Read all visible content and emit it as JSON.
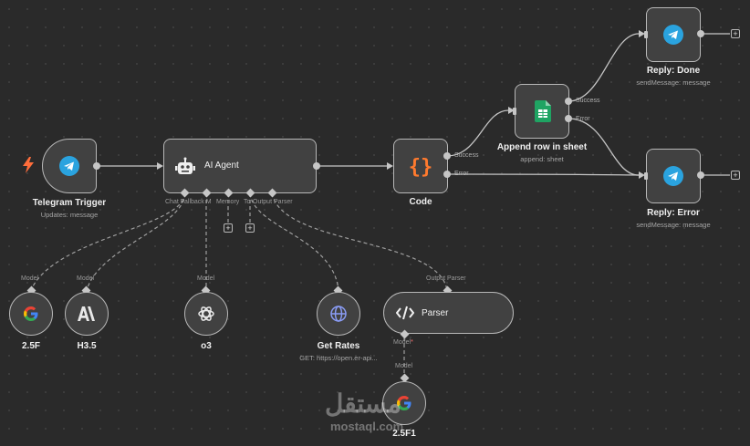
{
  "nodes": {
    "telegram_trigger": {
      "title": "Telegram Trigger",
      "subtitle": "Updates: message"
    },
    "ai_agent": {
      "title": "AI Agent",
      "inputs": [
        "Chat Fallback M",
        "Memory",
        "To",
        "Output Parser"
      ]
    },
    "code": {
      "title": "Code",
      "outputs": [
        "Success",
        "Error"
      ]
    },
    "append_row": {
      "title": "Append row in sheet",
      "subtitle": "append: sheet",
      "outputs": [
        "Success",
        "Error"
      ]
    },
    "reply_done": {
      "title": "Reply: Done",
      "subtitle": "sendMessage: message"
    },
    "reply_error": {
      "title": "Reply: Error",
      "subtitle": "sendMessage: message"
    },
    "model_25f": {
      "title": "2.5F",
      "connector": "Model"
    },
    "model_h35": {
      "title": "H3.5",
      "connector": "Model"
    },
    "model_o3": {
      "title": "o3",
      "connector": "Model"
    },
    "get_rates": {
      "title": "Get Rates",
      "subtitle": "GET: https://open.er-api..."
    },
    "parser": {
      "title": "Parser",
      "connector": "Output Parser",
      "model_label": "Model",
      "required_mark": "*"
    },
    "model_25f1": {
      "title": "2.5F1",
      "connector": "Model"
    }
  },
  "watermark": {
    "arabic": "مستقل",
    "latin": "mostaql.com"
  },
  "colors": {
    "canvas": "#2a2a2a",
    "node_fill": "#414141",
    "node_border": "#b8b8b8",
    "edge": "#c6c6c6",
    "telegram": "#2aa3df",
    "trigger_bolt": "#ff6d3b",
    "code_braces": "#ff7a2e",
    "sheets_green": "#1fa463",
    "openai_swirl": "#e8e8e8",
    "globe": "#8a9cf5"
  },
  "icons": [
    "lightning-icon",
    "telegram-icon",
    "robot-icon",
    "braces-icon",
    "google-sheets-icon",
    "google-icon",
    "anthropic-icon",
    "openai-icon",
    "globe-icon",
    "code-icon",
    "plus-icon"
  ]
}
